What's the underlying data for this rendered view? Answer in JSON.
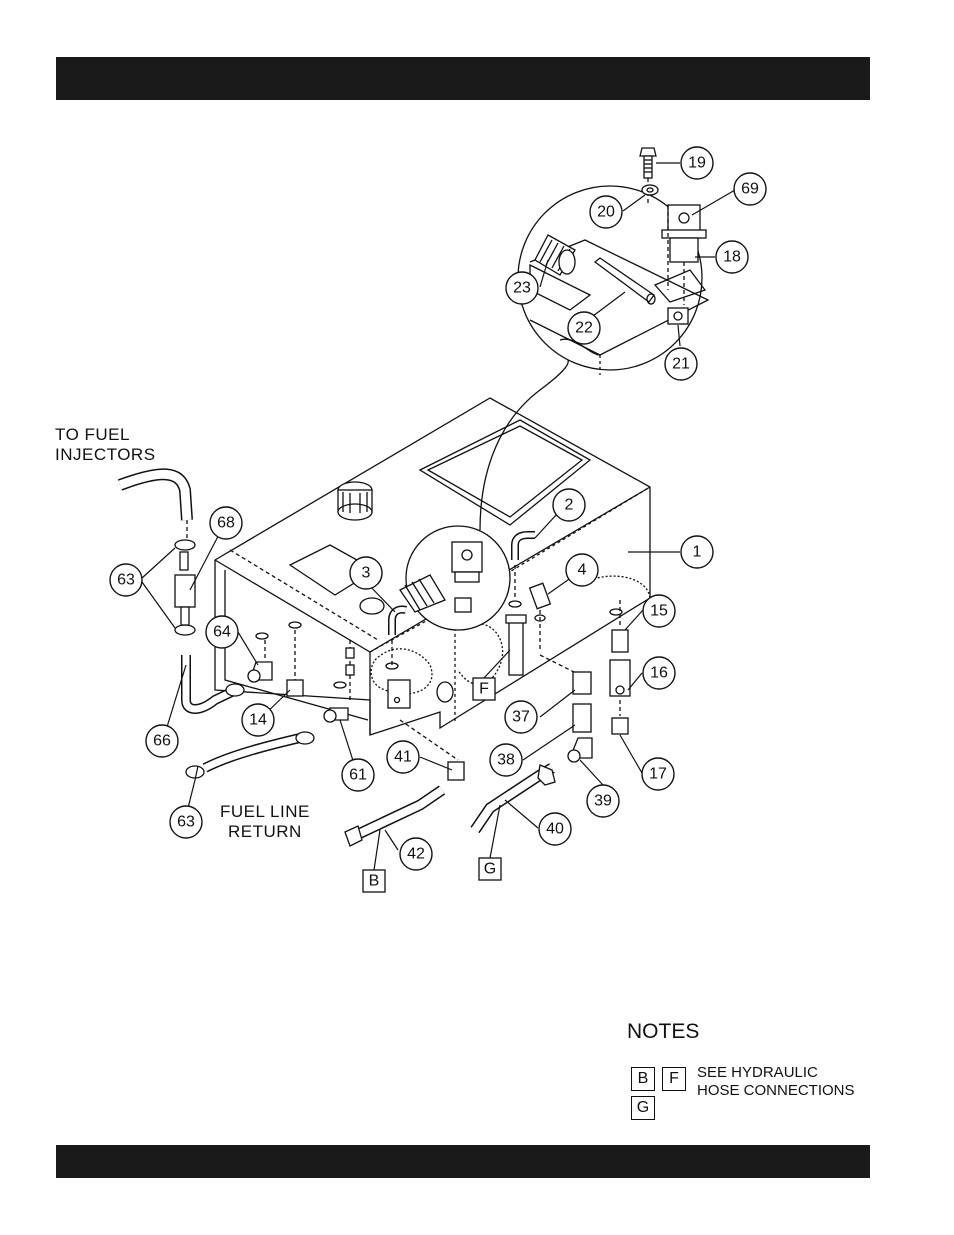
{
  "callouts": [
    "19",
    "69",
    "20",
    "18",
    "23",
    "22",
    "21",
    "68",
    "63",
    "64",
    "66",
    "63b",
    "14",
    "61",
    "3",
    "2",
    "4",
    "1",
    "15",
    "16",
    "17",
    "37",
    "38",
    "39",
    "40",
    "41",
    "42"
  ],
  "callout_labels": {
    "19": "19",
    "69": "69",
    "20": "20",
    "18": "18",
    "23": "23",
    "22": "22",
    "21": "21",
    "68": "68",
    "63": "63",
    "64": "64",
    "66": "66",
    "63b": "63",
    "14": "14",
    "61": "61",
    "3": "3",
    "2": "2",
    "4": "4",
    "1": "1",
    "15": "15",
    "16": "16",
    "17": "17",
    "37": "37",
    "38": "38",
    "39": "39",
    "40": "40",
    "41": "41",
    "42": "42"
  },
  "text_labels": {
    "to_fuel_line1": "TO FUEL",
    "to_fuel_line2": "INJECTORS",
    "return_line1": "FUEL LINE",
    "return_line2": "RETURN"
  },
  "connection_boxes": {
    "F": "F",
    "B": "B",
    "G": "G"
  },
  "notes": {
    "title": "NOTES",
    "box_b": "B",
    "box_f": "F",
    "box_g": "G",
    "text": "SEE HYDRAULIC\nHOSE CONNECTIONS"
  }
}
